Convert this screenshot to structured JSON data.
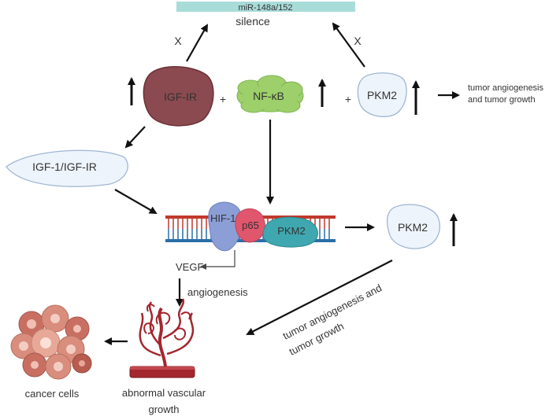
{
  "labels": {
    "mirna": "miR-148a/152",
    "silence": "silence",
    "x_left": "X",
    "x_right": "X",
    "igf_ir": "IGF-IR",
    "plus1": "+",
    "nfkb": "NF-κB",
    "plus2": "+",
    "pkm2_top": "PKM2",
    "outcome_top_1": "tumor angiogenesis",
    "outcome_top_2": "and tumor growth",
    "igf1_igf_ir": "IGF-1/IGF-IR",
    "hif1a": "HIF-1α",
    "p65": "p65",
    "pkm2_dna": "PKM2",
    "pkm2_right": "PKM2",
    "vegf": "VEGF",
    "angiogenesis": "angiogenesis",
    "diag_1": "tumor angiogenesis and",
    "diag_2": "tumor growth",
    "cancer_cells": "cancer cells",
    "vascular_1": "abnormal vascular",
    "vascular_2": "growth"
  },
  "colors": {
    "mirna_bar": "#a8dcd9",
    "igf_ir": "#8b4a4f",
    "nfkb": "#9dcf6a",
    "pkm2_fill": "#eef4fb",
    "ellipse_stroke": "#9fb6d4",
    "dna_red": "#c0392b",
    "dna_blue": "#2a6ea8",
    "hif1a": "#8b9ed6",
    "p65": "#e0566c",
    "pkm2_protein": "#3fa7b0",
    "vessel": "#a3262e",
    "cancer": "#d98d7d"
  }
}
